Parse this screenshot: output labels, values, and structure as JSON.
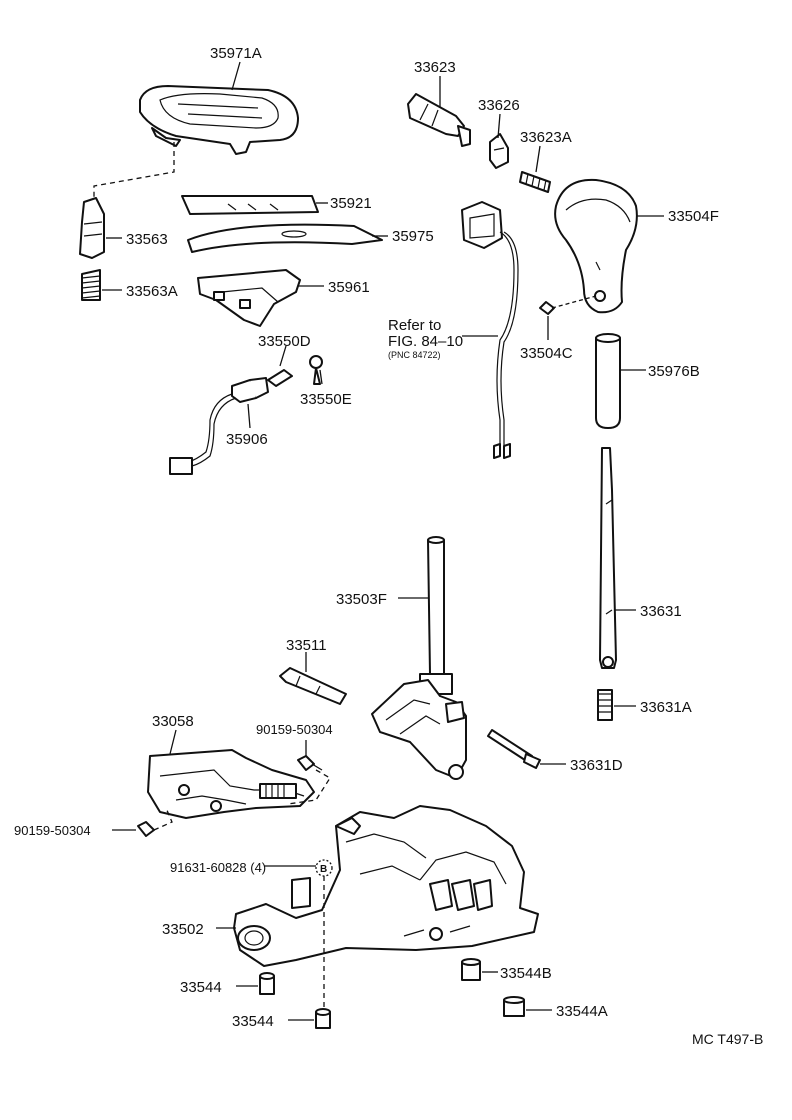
{
  "diagram": {
    "parts": {
      "p35971A": "35971A",
      "p33623": "33623",
      "p33626": "33626",
      "p33623A": "33623A",
      "p35921": "35921",
      "p35975": "35975",
      "p33563": "33563",
      "p33504F": "33504F",
      "p33563A": "33563A",
      "p35961": "35961",
      "p33550D": "33550D",
      "p33504C": "33504C",
      "p35976B": "35976B",
      "p33550E": "33550E",
      "p35906": "35906",
      "p33503F": "33503F",
      "p33631": "33631",
      "p33511": "33511",
      "p33631A": "33631A",
      "p33058": "33058",
      "p90159_top": "90159-50304",
      "p33631D": "33631D",
      "p90159_left": "90159-50304",
      "p91631": "91631-60828 (4)",
      "p33502": "33502",
      "p33544B": "33544B",
      "p33544_a": "33544",
      "p33544A": "33544A",
      "p33544_b": "33544"
    },
    "reference": {
      "line1": "Refer to",
      "line2": "FIG. 84–10",
      "line3": "(PNC 84722)"
    },
    "marker_b": "B",
    "figure_code": "MC T497-B"
  }
}
